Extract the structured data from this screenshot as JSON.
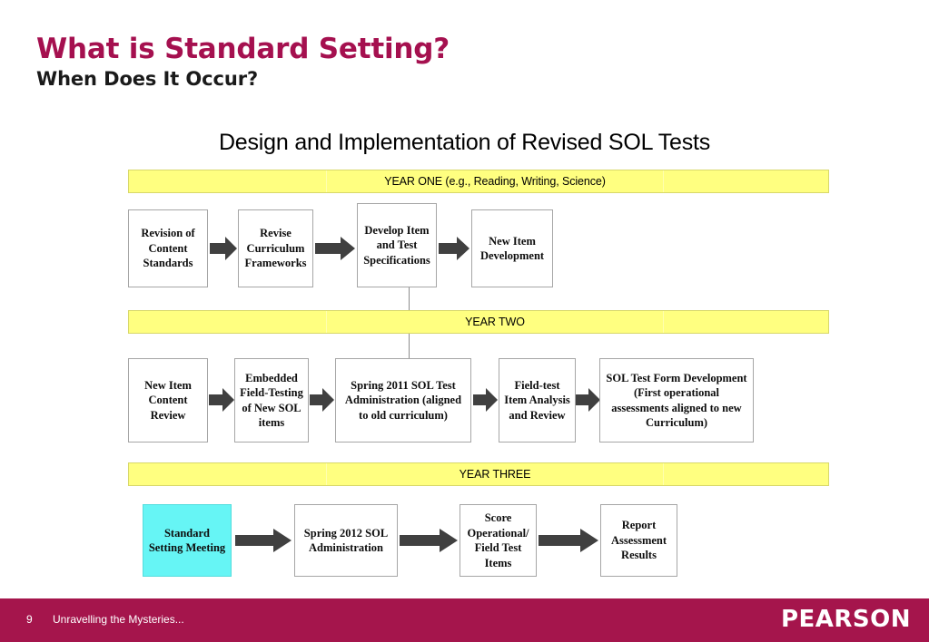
{
  "slide": {
    "title": "What is Standard Setting?",
    "subtitle": "When Does It Occur?",
    "title_color": "#a5104f"
  },
  "diagram": {
    "title": "Design and Implementation of Revised SOL Tests",
    "bar_color": "#ffff80",
    "highlight_color": "#66f5f5",
    "arrow_color": "#404040",
    "year_bars": [
      {
        "id": "year-one",
        "label": "YEAR ONE (e.g., Reading, Writing, Science)"
      },
      {
        "id": "year-two",
        "label": "YEAR TWO"
      },
      {
        "id": "year-three",
        "label": "YEAR THREE"
      }
    ],
    "rows": [
      {
        "year": "YEAR ONE (e.g., Reading, Writing, Science)",
        "steps": [
          {
            "label": "Revision of Content Standards",
            "highlight": false
          },
          {
            "label": "Revise Curriculum Frameworks",
            "highlight": false
          },
          {
            "label": "Develop Item and Test Specifications",
            "highlight": false
          },
          {
            "label": "New Item Development",
            "highlight": false
          }
        ]
      },
      {
        "year": "YEAR TWO",
        "steps": [
          {
            "label": "New Item Content Review",
            "highlight": false
          },
          {
            "label": "Embedded Field-Testing of New SOL items",
            "highlight": false
          },
          {
            "label": "Spring 2011 SOL Test Administration (aligned to old curriculum)",
            "highlight": false
          },
          {
            "label": "Field-test Item Analysis and Review",
            "highlight": false
          },
          {
            "label": "SOL Test Form Development (First operational assessments aligned to new Curriculum)",
            "highlight": false
          }
        ]
      },
      {
        "year": "YEAR THREE",
        "steps": [
          {
            "label": "Standard Setting Meeting",
            "highlight": true
          },
          {
            "label": "Spring 2012 SOL Administration",
            "highlight": false
          },
          {
            "label": "Score Operational/ Field Test Items",
            "highlight": false
          },
          {
            "label": "Report Assessment Results",
            "highlight": false
          }
        ]
      }
    ]
  },
  "footer": {
    "page_number": "9",
    "note": "Unravelling the Mysteries...",
    "logo": "PEARSON",
    "bar_color": "#a5154c"
  }
}
